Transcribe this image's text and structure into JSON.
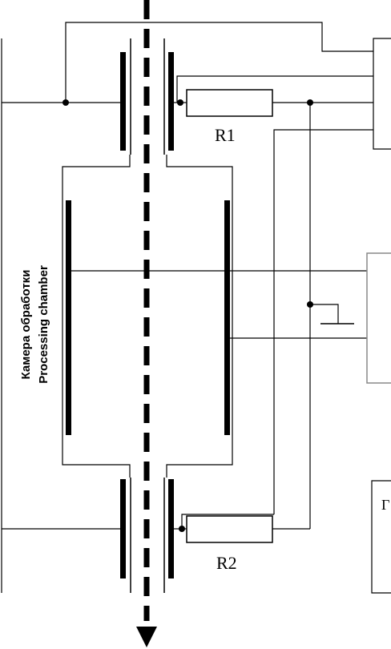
{
  "labels": {
    "resistor_top": "R1",
    "resistor_bottom": "R2",
    "chamber_ru": "Камера обработки",
    "chamber_en": "Processing chamber",
    "edge_glyph": "Г"
  }
}
